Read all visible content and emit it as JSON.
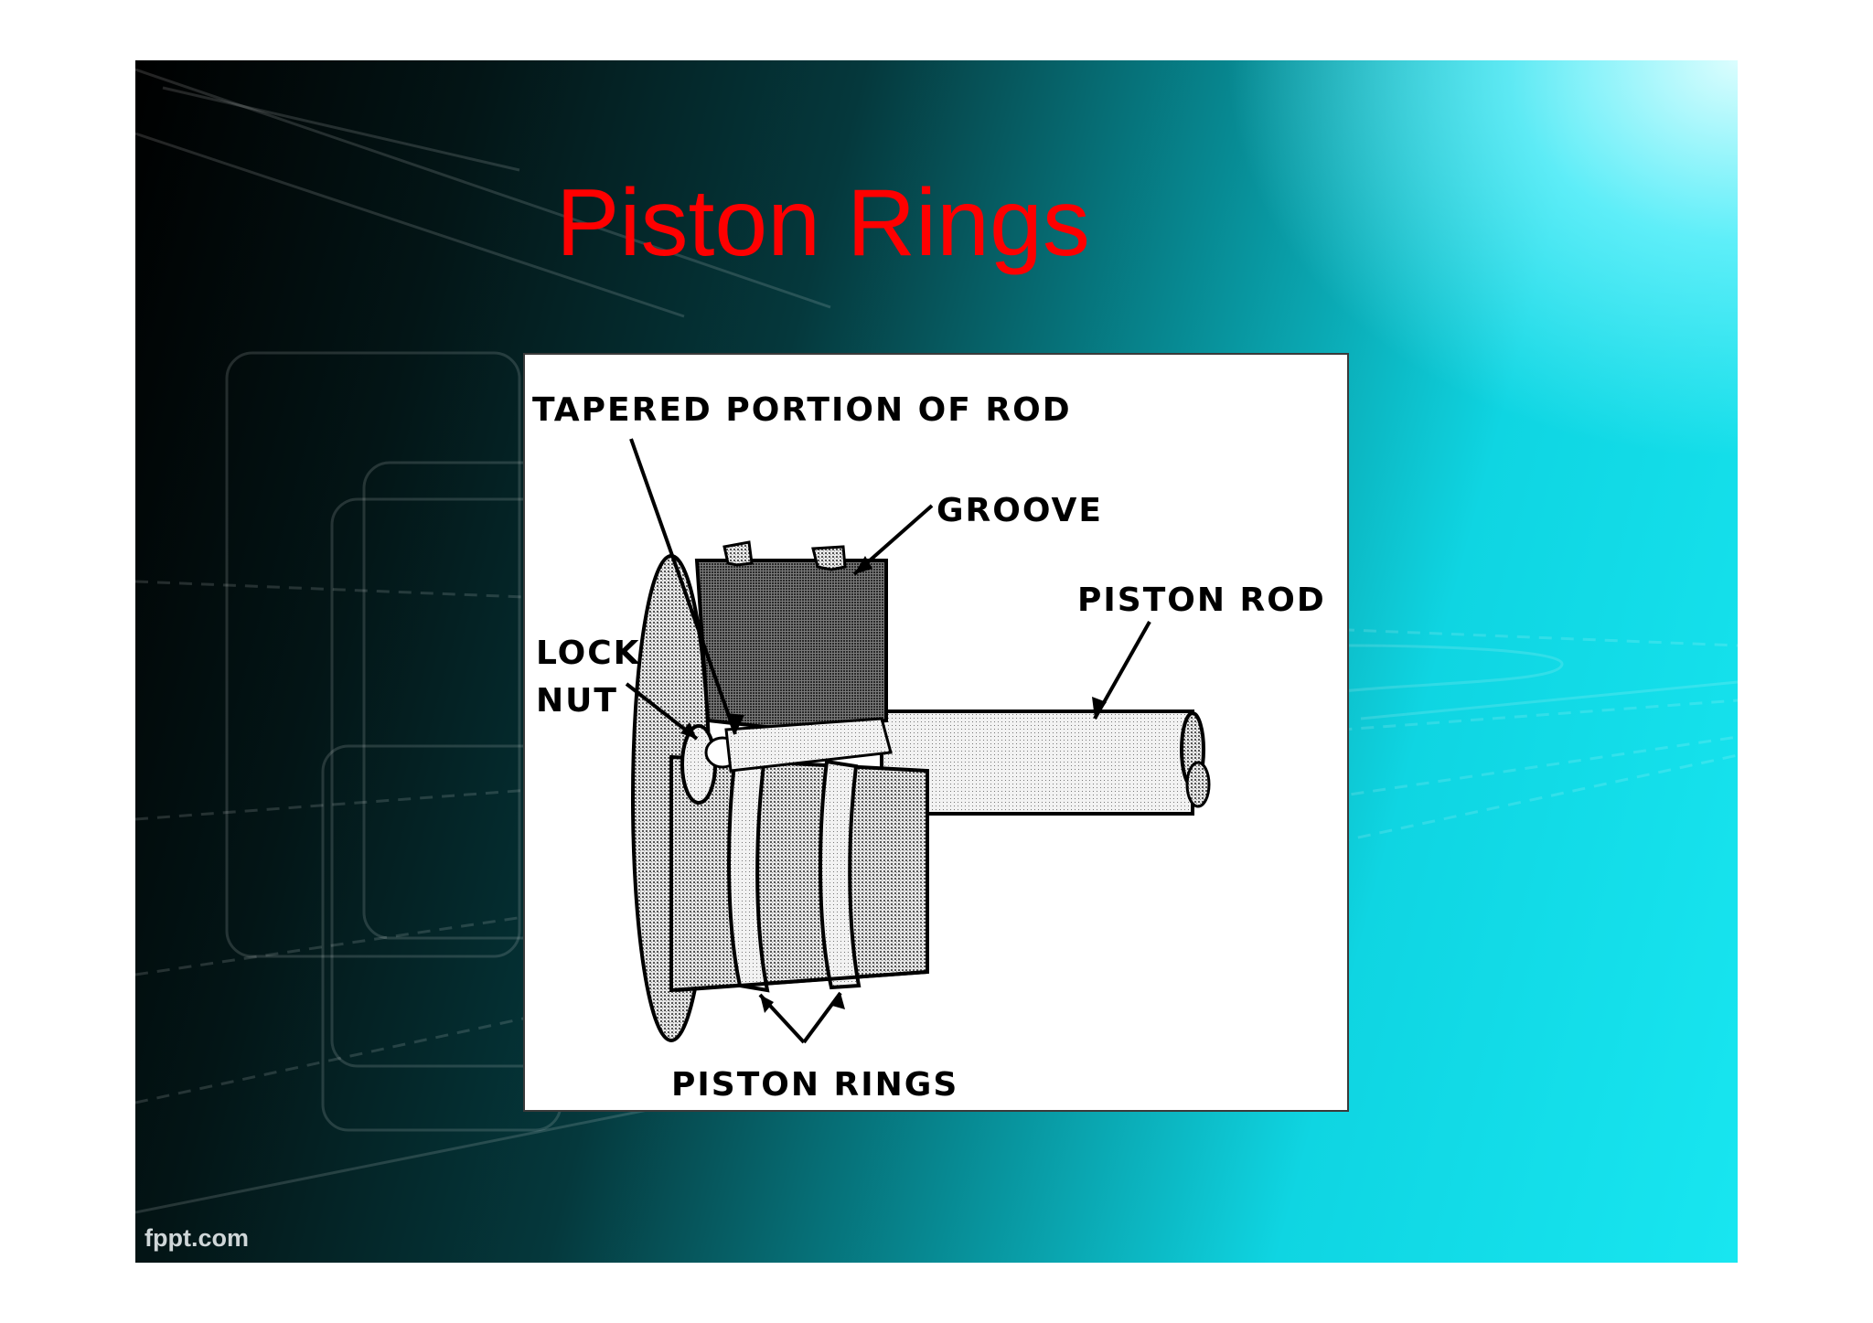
{
  "slide": {
    "title": "Piston Rings",
    "watermark": "fppt.com"
  },
  "diagram": {
    "labels": {
      "tapered_portion": "TAPERED PORTION OF ROD",
      "groove": "GROOVE",
      "piston_rod": "PISTON ROD",
      "lock_nut_line1": "LOCK",
      "lock_nut_line2": "NUT",
      "piston_rings": "PISTON RINGS"
    }
  },
  "colors": {
    "title": "#ff0000",
    "frame_border": "#3a3a3a"
  }
}
